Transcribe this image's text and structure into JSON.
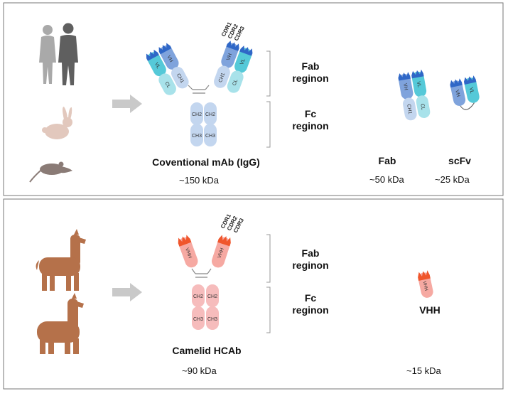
{
  "panel_top": {
    "antibody_name": "Coventional mAb (IgG)",
    "antibody_size": "~150 kDa",
    "fab_region_label": "Fab\nreginon",
    "fc_region_label": "Fc\nreginon",
    "fragment1_name": "Fab",
    "fragment1_size": "~50 kDa",
    "fragment2_name": "scFv",
    "fragment2_size": "~25 kDa",
    "domains": {
      "vh": "VH",
      "vl": "VL",
      "ch1": "CH1",
      "cl": "CL",
      "ch2": "CH2",
      "ch3": "CH3"
    },
    "cdr": [
      "CDR1",
      "CDR2",
      "CDR3"
    ],
    "colors": {
      "dark_blue": "#2f67c7",
      "mid_blue": "#7fa3dc",
      "light_blue": "#c3d6ef",
      "teal": "#55c9d8",
      "light_teal": "#a8e2ea"
    }
  },
  "panel_bottom": {
    "antibody_name": "Camelid HCAb",
    "antibody_size": "~90 kDa",
    "fab_region_label": "Fab\nreginon",
    "fc_region_label": "Fc\nreginon",
    "fragment_name": "VHH",
    "fragment_size": "~15 kDa",
    "domains": {
      "vhh": "VHH",
      "ch2": "CH2",
      "ch3": "CH3"
    },
    "cdr": [
      "CDR1",
      "CDR2",
      "CDR3"
    ],
    "colors": {
      "red": "#f0562c",
      "salmon": "#f6a9a2",
      "light_pink": "#f6bcbc"
    }
  },
  "icons": [
    "humans-icon",
    "rabbit-icon",
    "mouse-icon",
    "llama-icon",
    "alpaca-icon",
    "arrow-right-icon"
  ]
}
